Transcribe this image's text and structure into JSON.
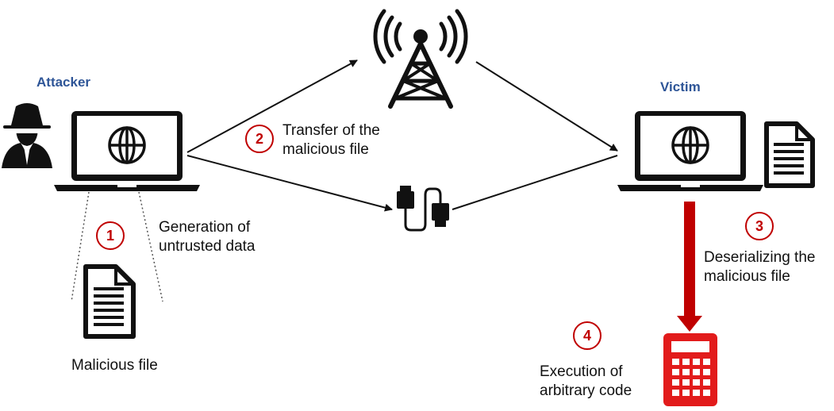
{
  "labels": {
    "attacker": "Attacker",
    "victim": "Victim",
    "malicious_file": "Malicious file",
    "generation_line1": "Generation of",
    "generation_line2": "untrusted data",
    "transfer_line1": "Transfer of the",
    "transfer_line2": "malicious file",
    "deserial_line1": "Deserializing the",
    "deserial_line2": "malicious file",
    "execution_line1": "Execution of",
    "execution_line2": "arbitrary code"
  },
  "steps": {
    "s1": "1",
    "s2": "2",
    "s3": "3",
    "s4": "4"
  },
  "colors": {
    "role_text": "#2E5597",
    "step_red": "#C00000",
    "arrow_red": "#C00000",
    "calculator_red": "#E21B1B",
    "icon_black": "#111111"
  },
  "icons": [
    "spy-icon",
    "laptop-icon",
    "globe-icon",
    "document-icon",
    "cell-tower-icon",
    "usb-cable-icon",
    "calculator-icon"
  ]
}
